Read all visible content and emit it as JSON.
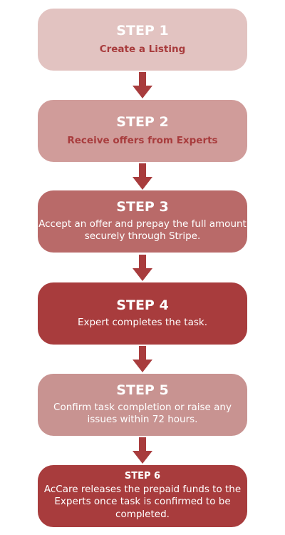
{
  "steps": [
    {
      "title": "STEP 1",
      "description": "Create a Listing"
    },
    {
      "title": "STEP 2",
      "description": "Receive offers from Experts"
    },
    {
      "title": "STEP 3",
      "description": "Accept an offer and prepay the full amount securely through Stripe."
    },
    {
      "title": "STEP 4",
      "description": "Expert completes the task."
    },
    {
      "title": "STEP 5",
      "description": "Confirm task completion or raise any issues within 72 hours."
    },
    {
      "title": "STEP 6",
      "description": "AcCare releases the prepaid funds to the Experts once task is confirmed to be completed."
    }
  ],
  "colors": {
    "step1": "#e2c3c1",
    "step2": "#d09c9a",
    "step3": "#b96a69",
    "step4": "#a83c3d",
    "step5": "#c89391",
    "step6": "#a83c3d",
    "arrow": "#a83c3d"
  }
}
